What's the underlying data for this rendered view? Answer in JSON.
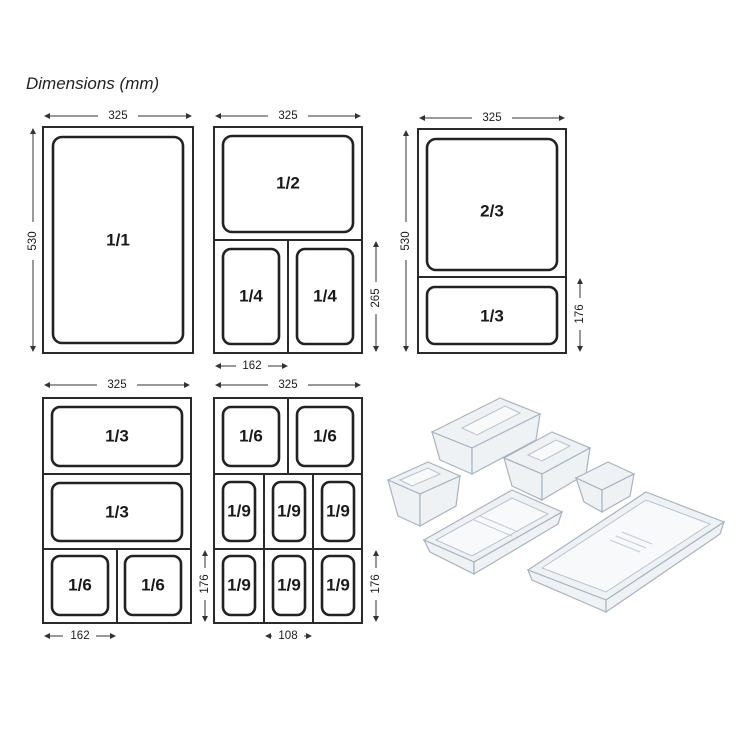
{
  "title": "Dimensions (mm)",
  "dimensions": {
    "width_325": "325",
    "height_530": "530",
    "height_265": "265",
    "height_176": "176",
    "width_162": "162",
    "width_108": "108"
  },
  "labels": {
    "full": "1/1",
    "half": "1/2",
    "quarter": "1/4",
    "two_thirds": "2/3",
    "third": "1/3",
    "sixth": "1/6",
    "ninth": "1/9"
  },
  "photo": {
    "description_icon": "clear-food-pans-photo-icon"
  }
}
